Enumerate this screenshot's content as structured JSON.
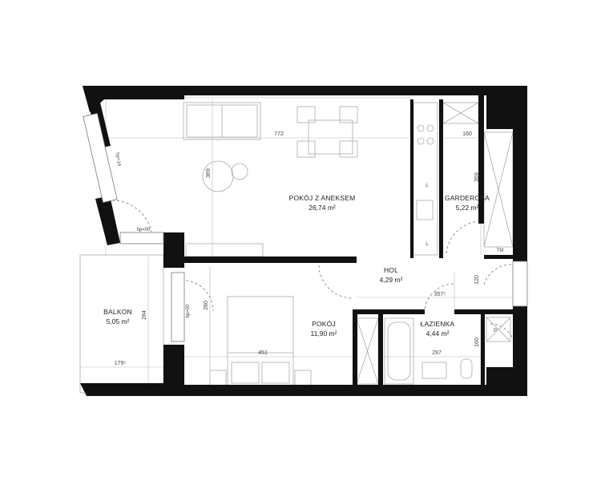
{
  "rooms": [
    {
      "name": "POKÓJ Z ANEKSEM",
      "area": "26,74 m²"
    },
    {
      "name": "GARDEROBA",
      "area": "5,22 m²"
    },
    {
      "name": "HOL",
      "area": "4,29 m²"
    },
    {
      "name": "BALKON",
      "area": "5,05 m²"
    },
    {
      "name": "POKÓJ",
      "area": "11,90 m²"
    },
    {
      "name": "ŁAZIENKA",
      "area": "4,44 m²"
    }
  ],
  "dimensions": {
    "living_width": "772",
    "garderoba_width": "160",
    "living_table": "369",
    "garderoba_depth": "359",
    "hol_width": "357⁵",
    "hol_height": "120",
    "balkon_height": "284",
    "balkon_width": "179⁵",
    "pokoj_height": "280",
    "pokoj_width": "451",
    "lazienka_width": "297",
    "lazienka_height": "160"
  },
  "window_sills": {
    "living_left": "hp=14",
    "living_lower": "hp=00",
    "pokoj_left": "hp=00"
  },
  "labels": {
    "tm": "TM",
    "kitchen_l1": "L",
    "kitchen_l2": "L",
    "lazienka_p": "P"
  }
}
